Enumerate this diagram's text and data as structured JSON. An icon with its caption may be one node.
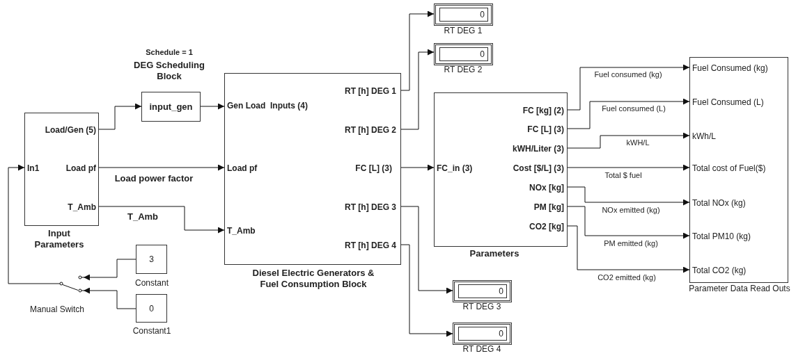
{
  "diagram": {
    "nodes": [
      {
        "text": [
          "Load/Gen (5)",
          "In1",
          "Load pf",
          "T_Amb"
        ],
        "beside": [
          "Input Parameters"
        ]
      },
      {
        "text": [
          "input_gen"
        ],
        "beside": [
          "Schedule = 1",
          "DEG Scheduling Block"
        ]
      },
      {
        "text": [
          "RT [h] DEG 1",
          "Gen Load  Inputs (4)",
          "RT [h] DEG 2",
          "Load pf",
          "FC [L] (3)",
          "RT [h] DEG 3",
          "T_Amb",
          "RT [h] DEG 4"
        ],
        "beside": [
          "Diesel Electric Generators & Fuel Consumption Block"
        ]
      },
      {
        "text": [
          "0"
        ],
        "beside": [
          "RT DEG 1"
        ]
      },
      {
        "text": [
          "0"
        ],
        "beside": [
          "RT DEG 2"
        ]
      },
      {
        "text": [
          "FC [kg] (2)",
          "FC [L] (3)",
          "kWH/Liter (3)",
          "FC_in (3)",
          "Cost [$/L] (3)",
          "NOx [kg]",
          "PM [kg]",
          "CO2 [kg]"
        ],
        "beside": [
          "Parameters"
        ]
      },
      {
        "text": [
          "Fuel Consumed (kg)",
          "Fuel Consumed (L)",
          "kWh/L",
          "Total cost of Fuel($)",
          "Total NOx (kg)",
          "Total PM10 (kg)",
          "Total CO2 (kg)"
        ],
        "beside": [
          "Parameter Data Read Outs"
        ]
      },
      {
        "text": [
          "3"
        ],
        "beside": [
          "Constant"
        ]
      },
      {
        "text": [],
        "shape": "picture",
        "beside": [
          "Manual Switch"
        ]
      },
      {
        "text": [
          "0"
        ],
        "beside": [
          "Constant1"
        ]
      },
      {
        "text": [
          "0"
        ],
        "beside": [
          "RT DEG 3"
        ]
      },
      {
        "text": [
          "0"
        ],
        "beside": [
          "RT DEG 4"
        ]
      }
    ],
    "edges": [
      {
        "from": 0,
        "to": 1,
        "arrow": "to"
      },
      {
        "from": 1,
        "to": 2,
        "arrow": "to"
      },
      {
        "from": 0,
        "to": 2,
        "arrow": "to",
        "label": "Load power factor"
      },
      {
        "from": 0,
        "to": 2,
        "arrow": "to",
        "label": "T_Amb"
      },
      {
        "from": 2,
        "to": 3,
        "arrow": "to"
      },
      {
        "from": 2,
        "to": 4,
        "arrow": "to"
      },
      {
        "from": 2,
        "to": 5,
        "arrow": "to"
      },
      {
        "from": 2,
        "to": 10,
        "arrow": "to"
      },
      {
        "from": 2,
        "to": 11,
        "arrow": "to"
      },
      {
        "from": 5,
        "to": 6,
        "arrow": "to",
        "label": "Fuel consumed (kg)"
      },
      {
        "from": 5,
        "to": 6,
        "arrow": "to",
        "label": "Fuel consumed (L)"
      },
      {
        "from": 5,
        "to": 6,
        "arrow": "to",
        "label": "kWH/L"
      },
      {
        "from": 5,
        "to": 6,
        "arrow": "to",
        "label": "Total $ fuel"
      },
      {
        "from": 5,
        "to": 6,
        "arrow": "to",
        "label": "NOx emitted (kg)"
      },
      {
        "from": 5,
        "to": 6,
        "arrow": "to",
        "label": "PM emitted (kg)"
      },
      {
        "from": 5,
        "to": 6,
        "arrow": "to",
        "label": "CO2 emitted (kg)"
      },
      {
        "from": 7,
        "to": 8,
        "arrow": "to"
      },
      {
        "from": 9,
        "to": 8,
        "arrow": "to"
      },
      {
        "from": 8,
        "to": 0,
        "arrow": "to"
      }
    ]
  }
}
